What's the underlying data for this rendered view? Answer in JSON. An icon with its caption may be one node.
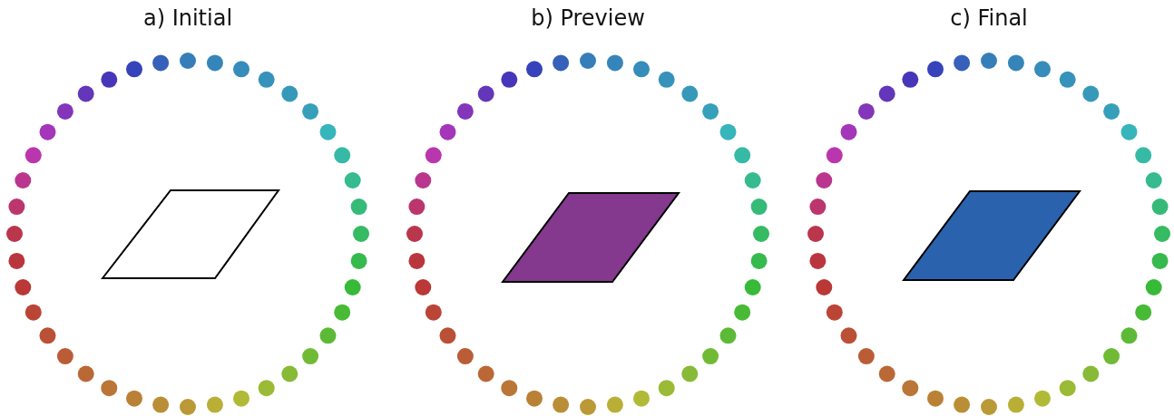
{
  "diagram": {
    "labels": [
      "a) Initial",
      "b) Preview",
      "c) Final"
    ]
  }
}
